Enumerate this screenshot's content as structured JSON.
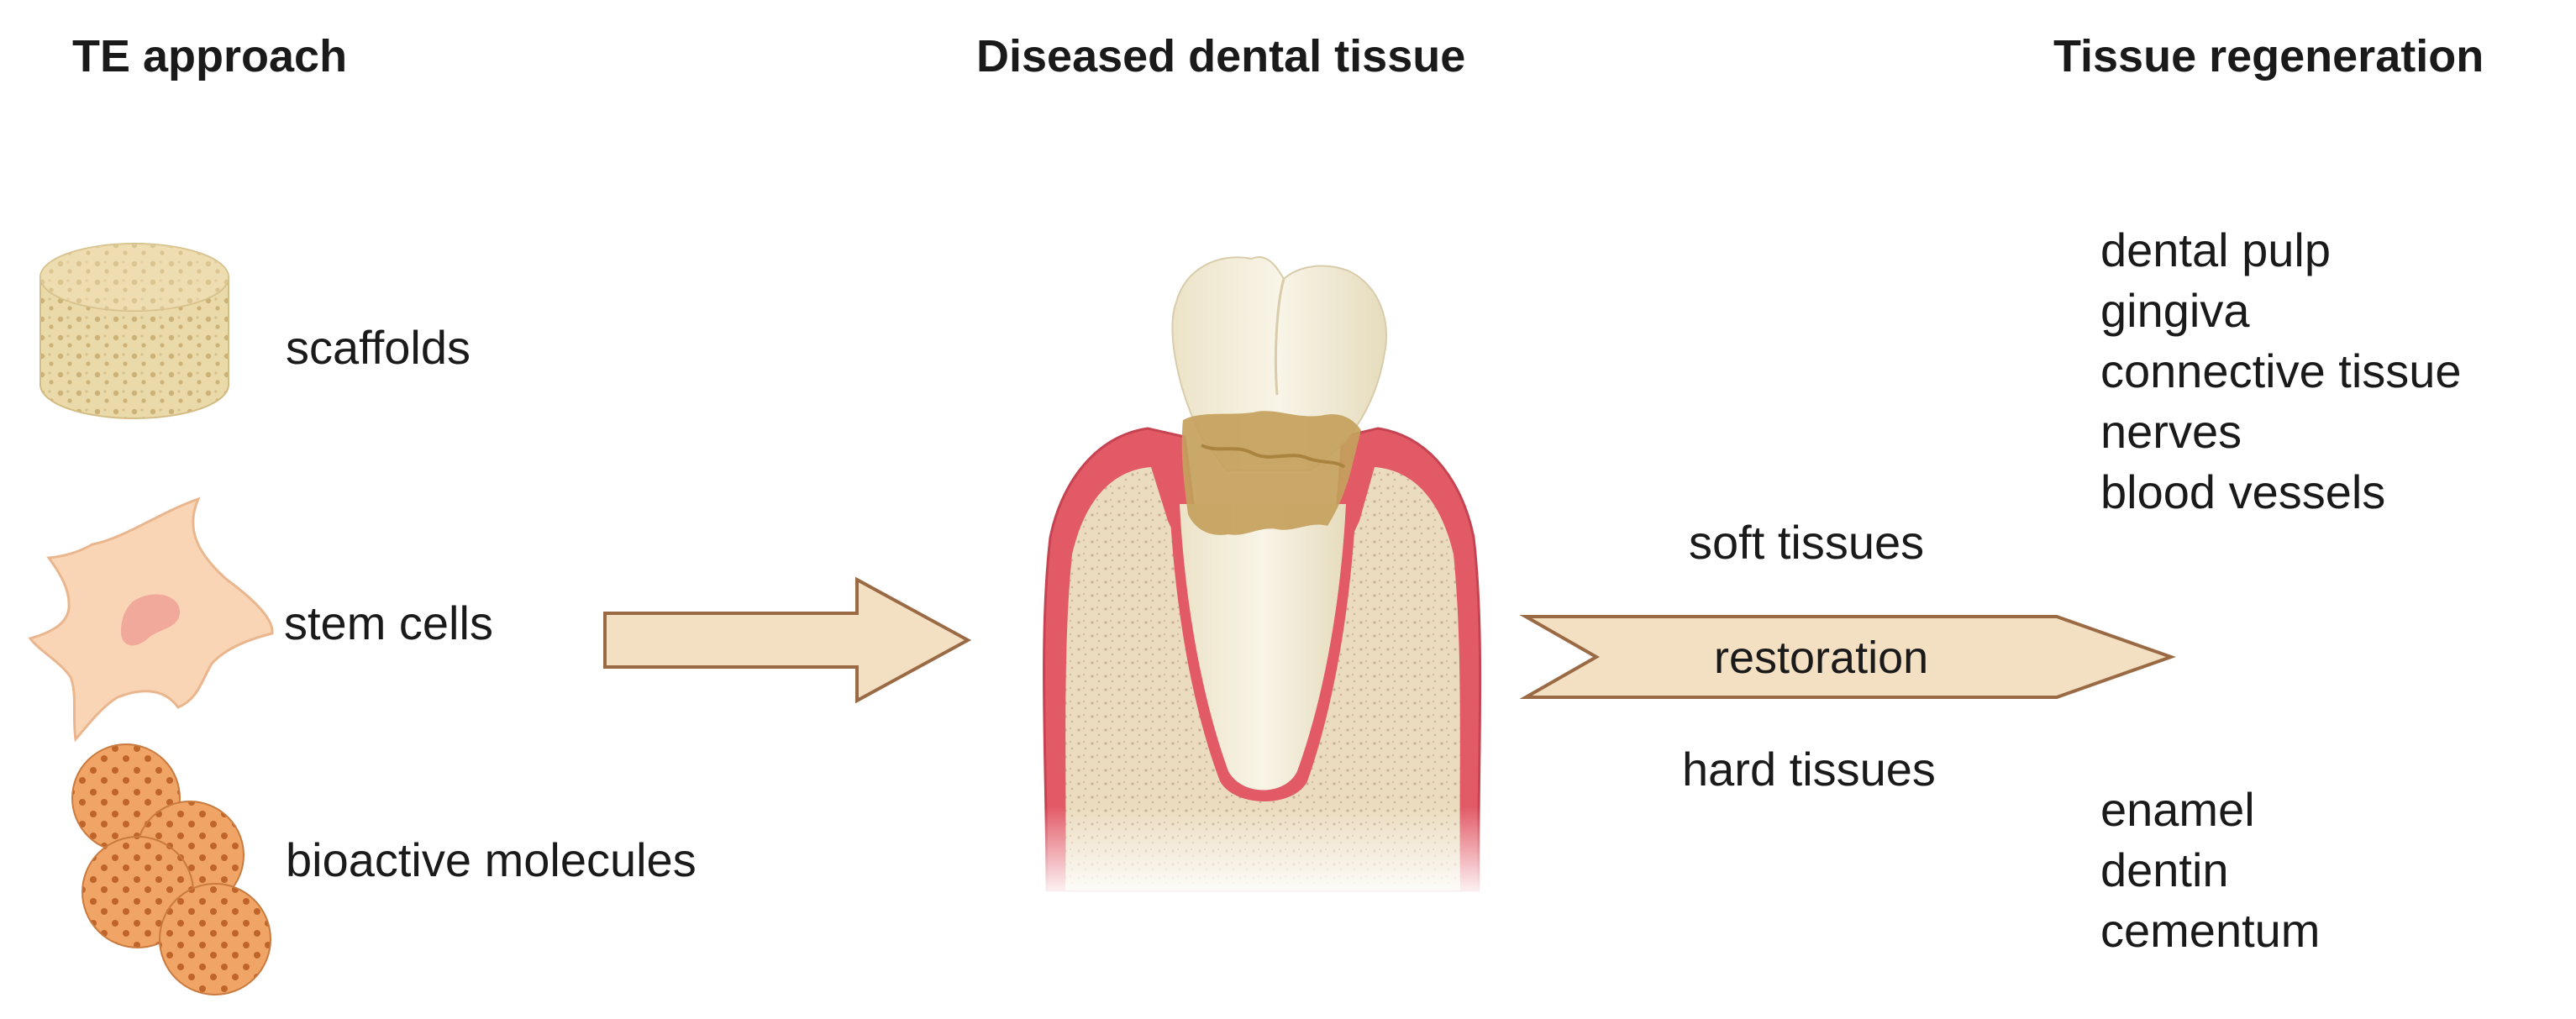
{
  "headings": {
    "approach": "TE approach",
    "diseased": "Diseased dental tissue",
    "regeneration": "Tissue regeneration"
  },
  "approach_items": [
    {
      "label": "scaffolds",
      "icon": "scaffold-cylinder-icon"
    },
    {
      "label": "stem cells",
      "icon": "stem-cell-icon"
    },
    {
      "label": "bioactive molecules",
      "icon": "bioactive-molecules-icon"
    }
  ],
  "center": {
    "soft_label": "soft tissues",
    "restoration_label": "restoration",
    "hard_label": "hard tissues"
  },
  "soft_tissues": [
    "dental pulp",
    "gingiva",
    "connective tissue",
    "nerves",
    "blood vessels"
  ],
  "hard_tissues": [
    "enamel",
    "dentin",
    "cementum"
  ],
  "colors": {
    "arrow_fill": "#f3dfc1",
    "arrow_stroke": "#9a6a45",
    "scaffold": "#e9d7a6",
    "cell": "#f8d6b8",
    "molecule": "#ef9a5b",
    "gum": "#e05a66",
    "bone": "#e8d8bb",
    "tooth": "#f6f1e1",
    "decay": "#c4a15c"
  }
}
